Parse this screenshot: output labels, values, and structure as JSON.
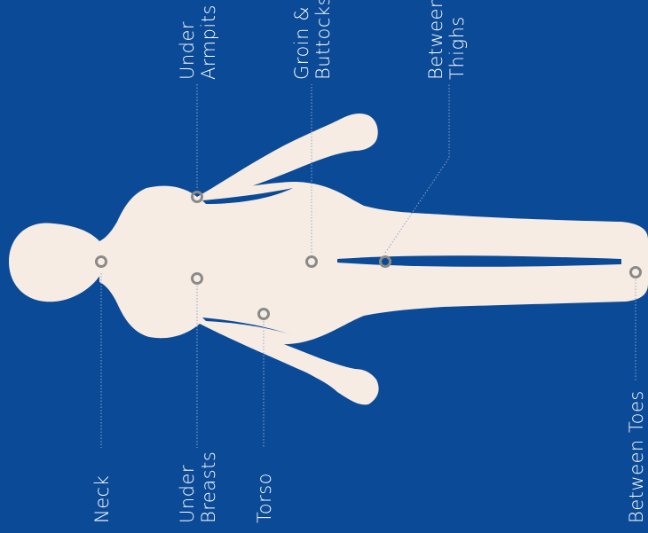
{
  "colors": {
    "background": "#0a4a97",
    "body": "#f7ece4",
    "marker": "#8a8a8a",
    "text": "#ffffff"
  },
  "labels": {
    "neck": "Neck",
    "under_breasts_line1": "Under",
    "under_breasts_line2": "Breasts",
    "torso": "Torso",
    "between_toes": "Between Toes",
    "under_armpits_line1": "Under",
    "under_armpits_line2": "Armpits",
    "groin_line1": "Groin &",
    "groin_line2": "Buttocks",
    "between_thighs_line1": "Between",
    "between_thighs_line2": "Thighs"
  }
}
